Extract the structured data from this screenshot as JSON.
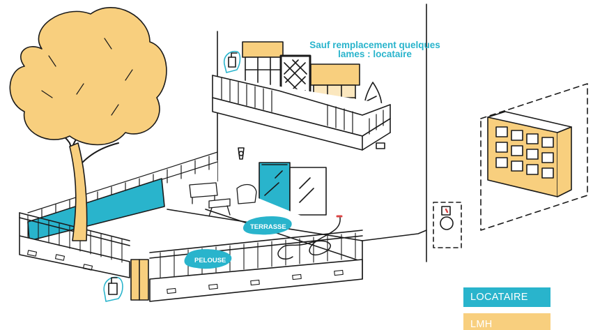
{
  "annotation": {
    "line1": "Sauf remplacement quelques",
    "line2": "lames : locataire"
  },
  "zones": {
    "terrasse": "TERRASSE",
    "pelouse": "PELOUSE"
  },
  "legend": {
    "locataire": "LOCATAIRE",
    "lmh": "LMH"
  },
  "colors": {
    "locataire": "#29b4cc",
    "lmh": "#f8cf7e",
    "ink": "#1a1a1a"
  },
  "icons": [
    "tree-icon",
    "spray-bottle-icon",
    "outdoor-lamp-icon",
    "garden-hose-icon",
    "electric-meter-icon",
    "letterbox-icon",
    "garden-furniture-icon",
    "window-icon",
    "gate-icon",
    "shrub-icon"
  ]
}
